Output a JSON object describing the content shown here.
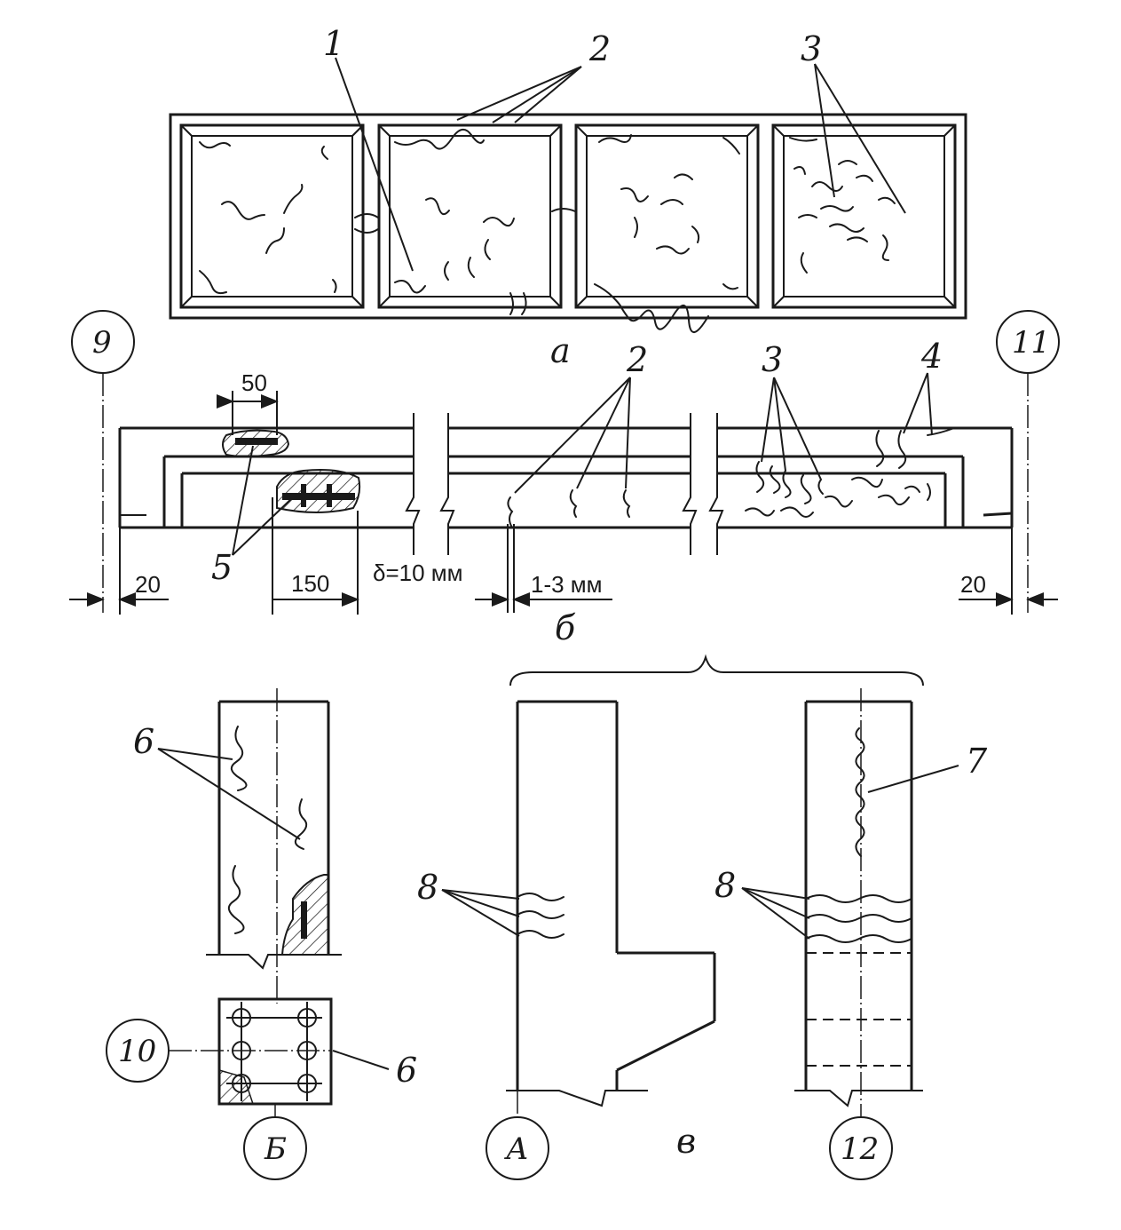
{
  "labels": {
    "l1": "1",
    "l2a": "2",
    "l3a": "3",
    "l2b": "2",
    "l3b": "3",
    "l4": "4",
    "l5": "5",
    "l6a": "6",
    "l6b": "6",
    "l7": "7",
    "l8a": "8",
    "l8b": "8"
  },
  "axes": {
    "a9": "9",
    "a11": "11",
    "a10": "10",
    "aB": "Б",
    "aA": "А",
    "a12": "12"
  },
  "sublabels": {
    "a": "а",
    "b": "б",
    "v": "в"
  },
  "dims": {
    "d50": "50",
    "d150": "150",
    "d20_left": "20",
    "d20_right": "20",
    "delta": "δ=10 мм",
    "gap": "1-3 мм"
  },
  "colors": {
    "ink": "#1a1a1a",
    "paper": "#ffffff"
  }
}
